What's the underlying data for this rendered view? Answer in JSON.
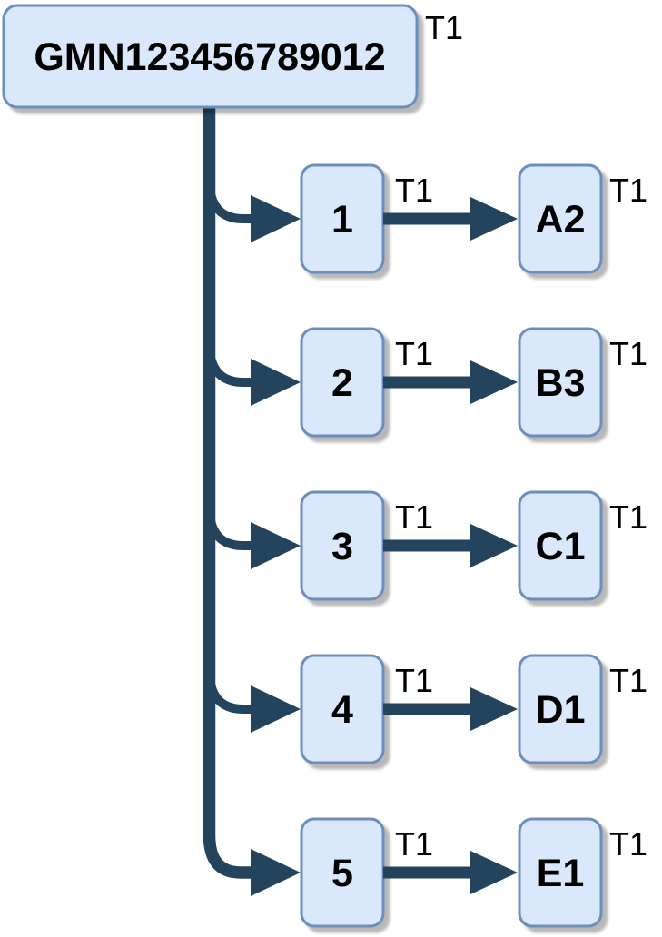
{
  "diagram": {
    "colors": {
      "node_fill": "#dae8fc",
      "node_border": "#6c8ebf",
      "connector": "#23445c",
      "text": "#000000"
    },
    "root": {
      "label": "GMN123456789012",
      "tag": "T1"
    },
    "rows": [
      {
        "source_label": "1",
        "source_tag": "T1",
        "target_label": "A2",
        "target_tag": "T1"
      },
      {
        "source_label": "2",
        "source_tag": "T1",
        "target_label": "B3",
        "target_tag": "T1"
      },
      {
        "source_label": "3",
        "source_tag": "T1",
        "target_label": "C1",
        "target_tag": "T1"
      },
      {
        "source_label": "4",
        "source_tag": "T1",
        "target_label": "D1",
        "target_tag": "T1"
      },
      {
        "source_label": "5",
        "source_tag": "T1",
        "target_label": "E1",
        "target_tag": "T1"
      }
    ]
  }
}
